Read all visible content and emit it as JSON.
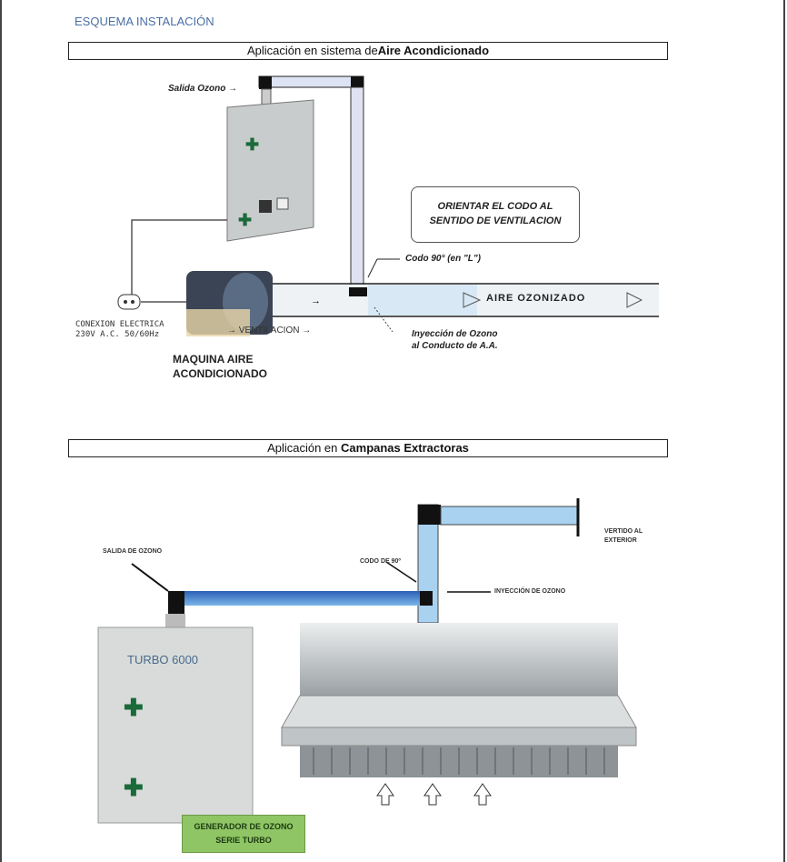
{
  "heading": "ESQUEMA INSTALACIÓN",
  "section1": {
    "title_prefix": "Aplicación en sistema de",
    "title_bold": "Aire Acondicionado",
    "salida_ozono": "Salida Ozono →",
    "note_line1": "ORIENTAR  EL CODO  AL",
    "note_line2": "SENTIDO DE VENTILACION",
    "codo": "Codo 90° (en \"L\")",
    "aire_ozonizado": "AIRE OZONIZADO",
    "ventilacion": "→ VENTILACION →",
    "inyeccion_1": "Inyección de Ozono",
    "inyeccion_2": "al Conducto de A.A.",
    "conexion_1": "CONEXION ELECTRICA",
    "conexion_2": "230V A.C. 50/60Hz",
    "maquina_1": "MAQUINA   AIRE",
    "maquina_2": "ACONDICIONADO"
  },
  "section2": {
    "title_prefix": "Aplicación en ",
    "title_bold": "Campanas Extractoras",
    "salida": "SALIDA DE OZONO",
    "codo": "CODO DE 90º",
    "inyeccion": "INYECCIÓN DE OZONO",
    "vertido_1": "VERTIDO AL",
    "vertido_2": "EXTERIOR",
    "unit_label": "TURBO 6000",
    "gen_1": "GENERADOR DE OZONO",
    "gen_2": "SERIE TURBO"
  }
}
